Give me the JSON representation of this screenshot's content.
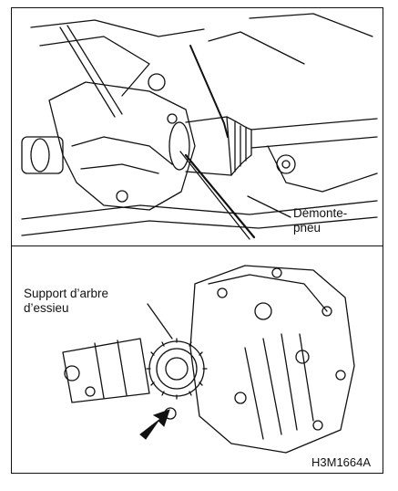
{
  "labels": {
    "tool_line1": "Démonte-",
    "tool_line2": "pneu",
    "support_line1": "Support d’arbre",
    "support_line2": "d’essieu",
    "reference": "H3M1664A"
  },
  "colors": {
    "ink": "#111111",
    "paper": "#ffffff"
  },
  "icons": {
    "pointer": "arrow-pointing-up-right"
  }
}
